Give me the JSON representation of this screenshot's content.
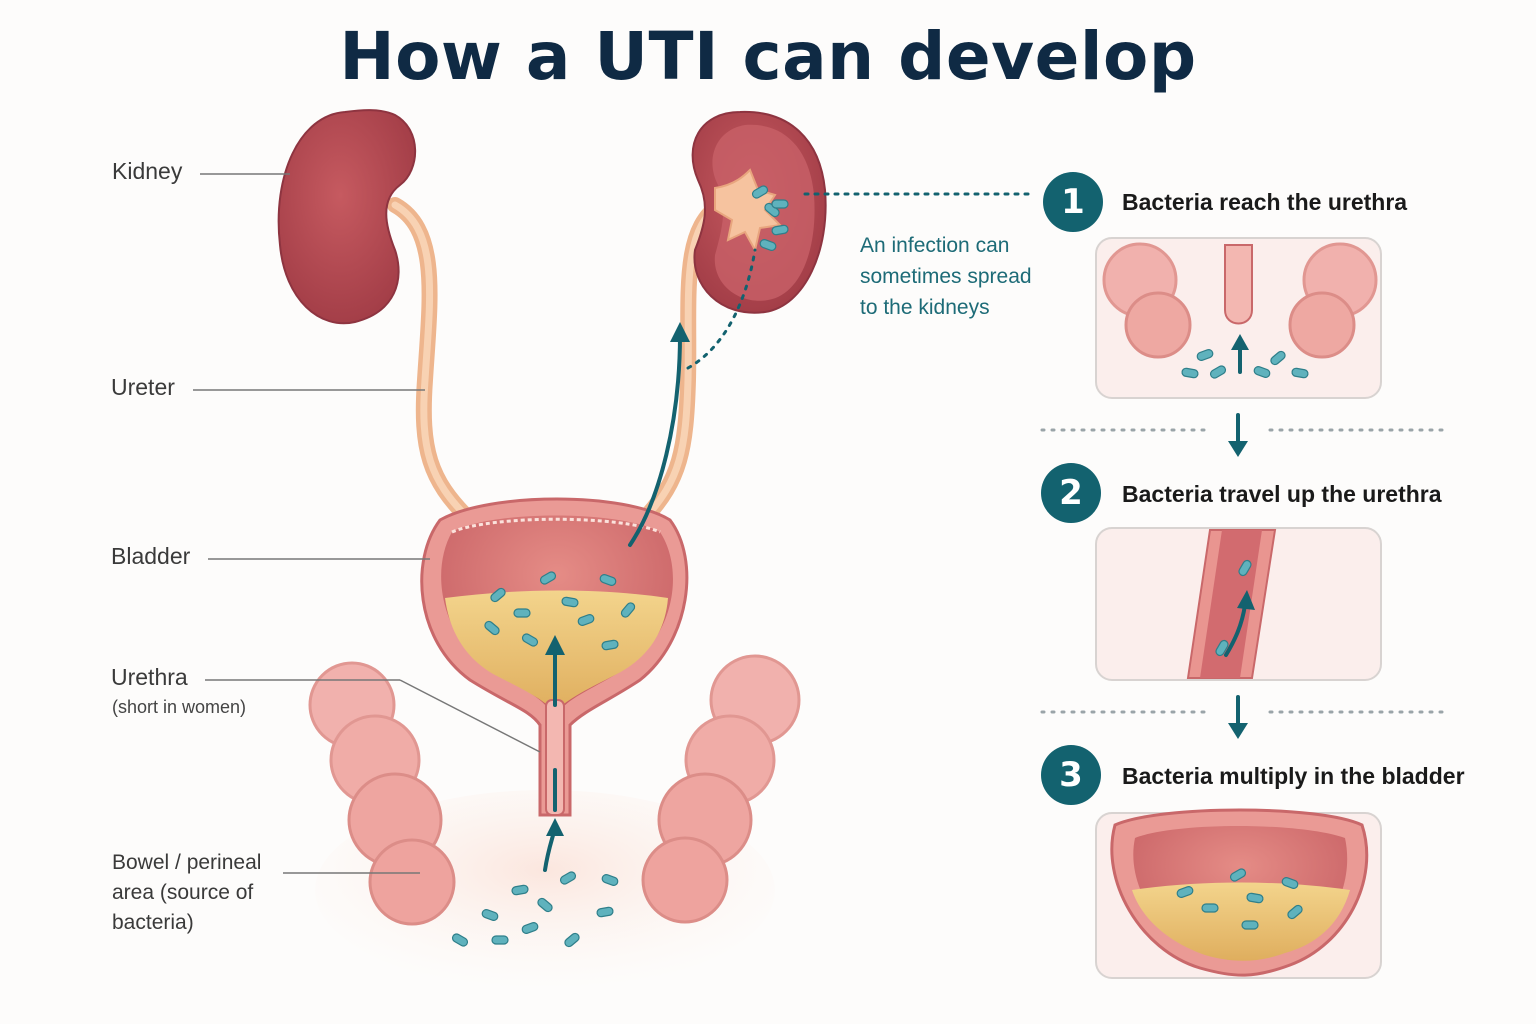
{
  "title": "How a UTI can develop",
  "labels": {
    "kidney": "Kidney",
    "ureter": "Ureter",
    "bladder": "Bladder",
    "urethra": "Urethra",
    "urethra_note": "(short in women)",
    "bowel_line1": "Bowel / perineal",
    "bowel_line2": "area (source of",
    "bowel_line3": "bacteria)"
  },
  "infection_note": {
    "line1": "An infection can",
    "line2": "sometimes spread",
    "line3": "to the kidneys"
  },
  "steps": [
    {
      "number": "1",
      "title": "Bacteria reach the urethra"
    },
    {
      "number": "2",
      "title": "Bacteria travel up the urethra"
    },
    {
      "number": "3",
      "title": "Bacteria multiply in the bladder"
    }
  ],
  "colors": {
    "title": "#0f2a44",
    "accent": "#13626f",
    "kidney": "#b0474f",
    "tissue": "#ea9d98",
    "urine": "#ecc77a",
    "bacteria": "#5fb2bd"
  }
}
